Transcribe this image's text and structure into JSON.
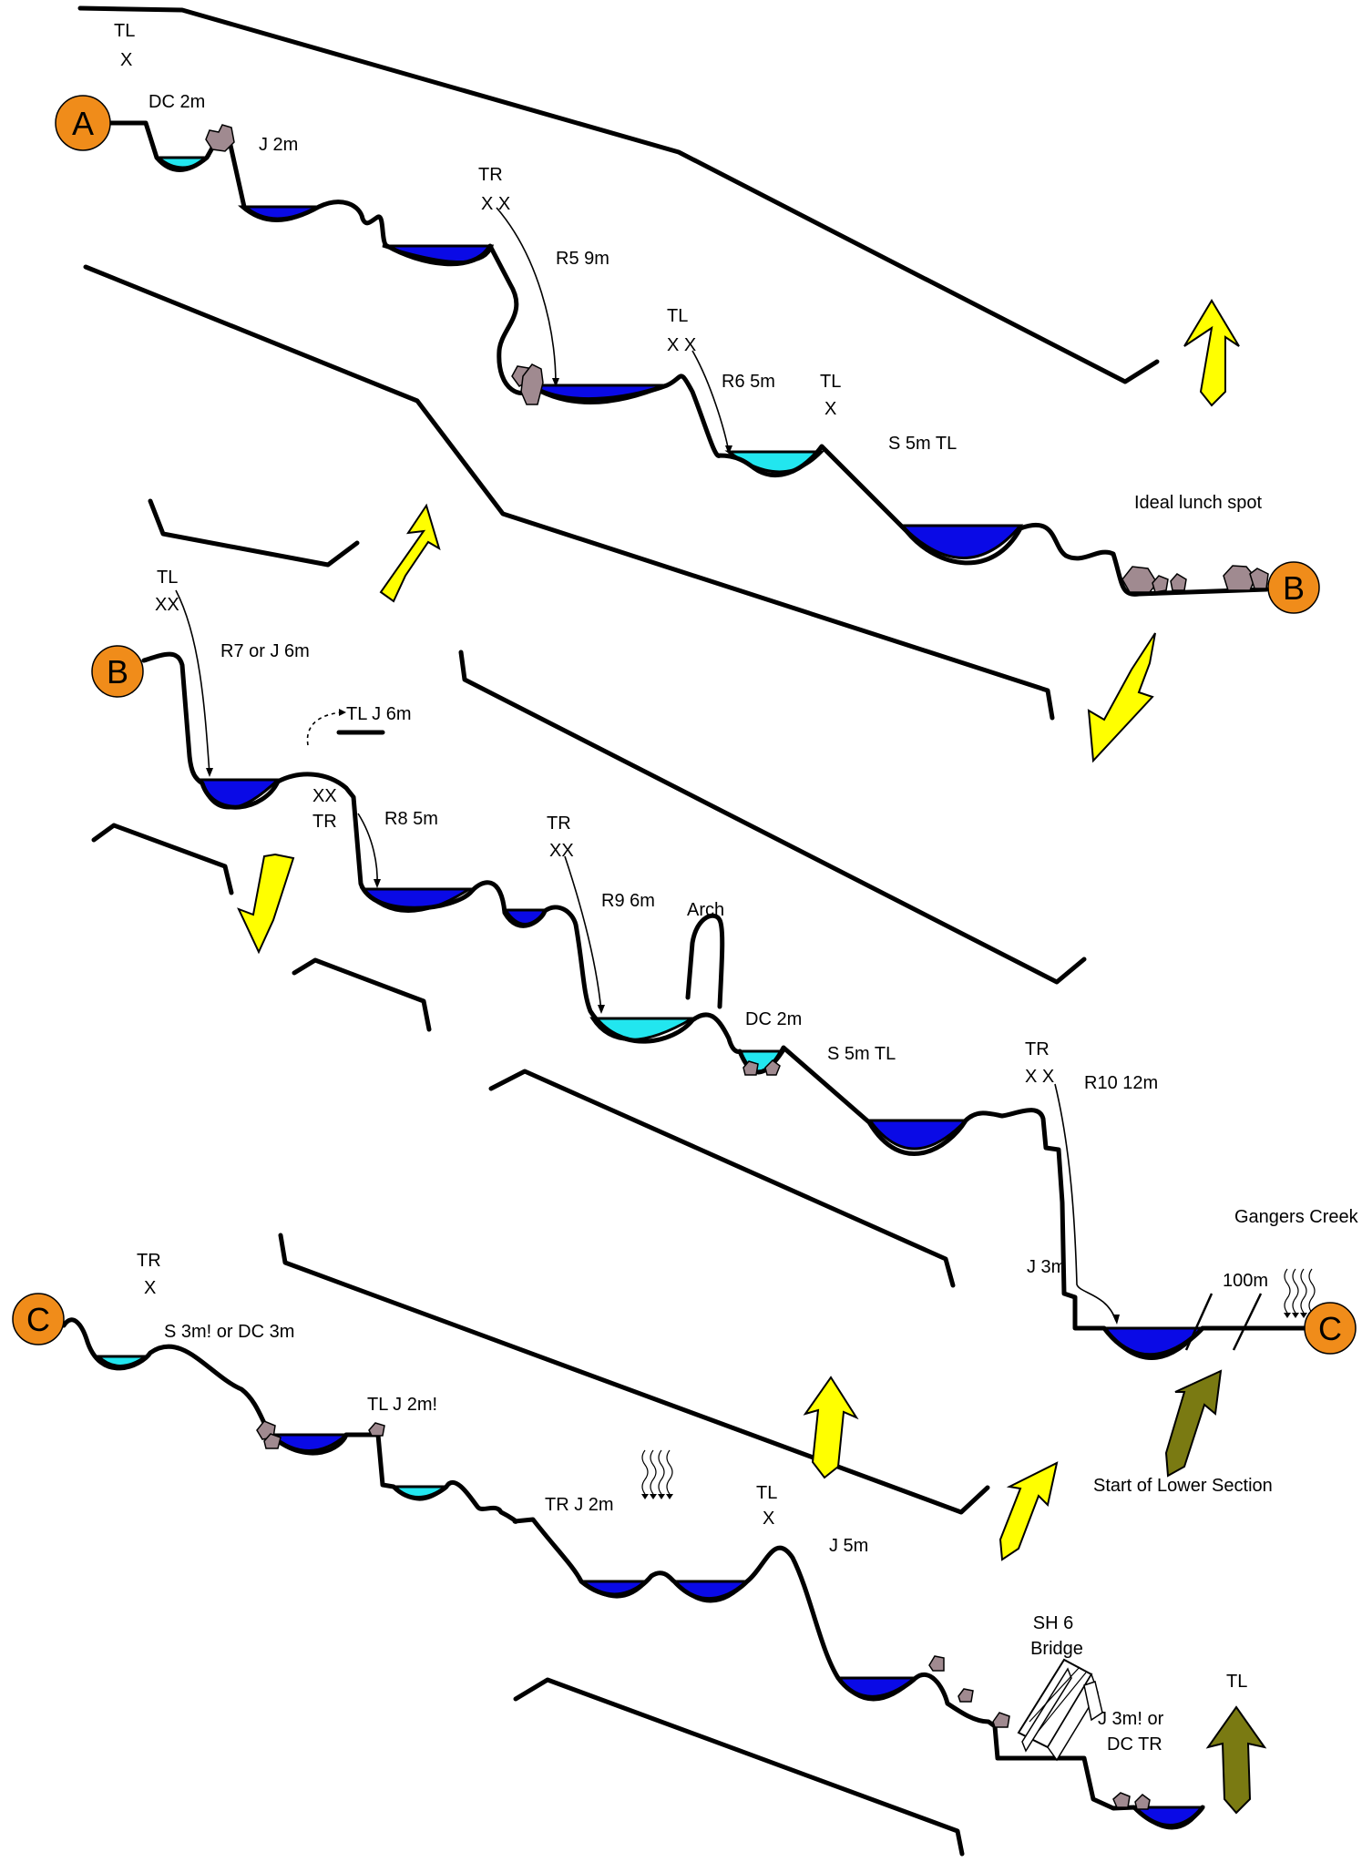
{
  "markers": {
    "a": "A",
    "b": "B",
    "c": "C"
  },
  "colors": {
    "deep_pool": "#0a0ae6",
    "shallow_pool": "#22e6ef",
    "direction_arrow": "#ffff00",
    "exit_arrow": "#7a7a12",
    "section_marker": "#f08c1a",
    "rock": "#a08a90"
  },
  "labels": {
    "tl_top": "TL",
    "x_top": "X",
    "dc_2m_a": "DC 2m",
    "j_2m": "J 2m",
    "tr_r5": "TR",
    "xx_r5": "X X",
    "r5": "R5 9m",
    "tl_r6": "TL",
    "xx_r6": "X X",
    "r6": "R6 5m",
    "tl_mid": "TL",
    "x_mid": "X",
    "s_5m_tl_a": "S 5m TL",
    "ideal_lunch": "Ideal lunch spot",
    "tl_r7": "TL",
    "xx_r7": "XX",
    "r7": "R7 or J 6m",
    "tl_j6": "TL J 6m",
    "xx_r8": "XX",
    "tr_r8": "TR",
    "r8": "R8 5m",
    "tr_r9": "TR",
    "xx_r9": "XX",
    "r9": "R9 6m",
    "arch": "Arch",
    "dc_2m_b": "DC 2m",
    "s_5m_tl_b": "S 5m TL",
    "tr_r10": "TR",
    "xx_r10": "X X",
    "r10": "R10 12m",
    "j_3m": "J 3m",
    "gangers_creek": "Gangers Creek",
    "dist_100m": "100m",
    "start_lower": "Start of Lower Section",
    "tr_c": "TR",
    "x_c": "X",
    "s3_dc3": "S 3m! or DC 3m",
    "tl_j2": "TL J 2m!",
    "tr_j2": "TR J 2m",
    "tl_j5": "TL",
    "x_j5": "X",
    "j_5m": "J 5m",
    "sh6_1": "SH 6",
    "sh6_2": "Bridge",
    "j3_1": "J 3m! or",
    "j3_2": "DC TR",
    "tl_end": "TL"
  }
}
